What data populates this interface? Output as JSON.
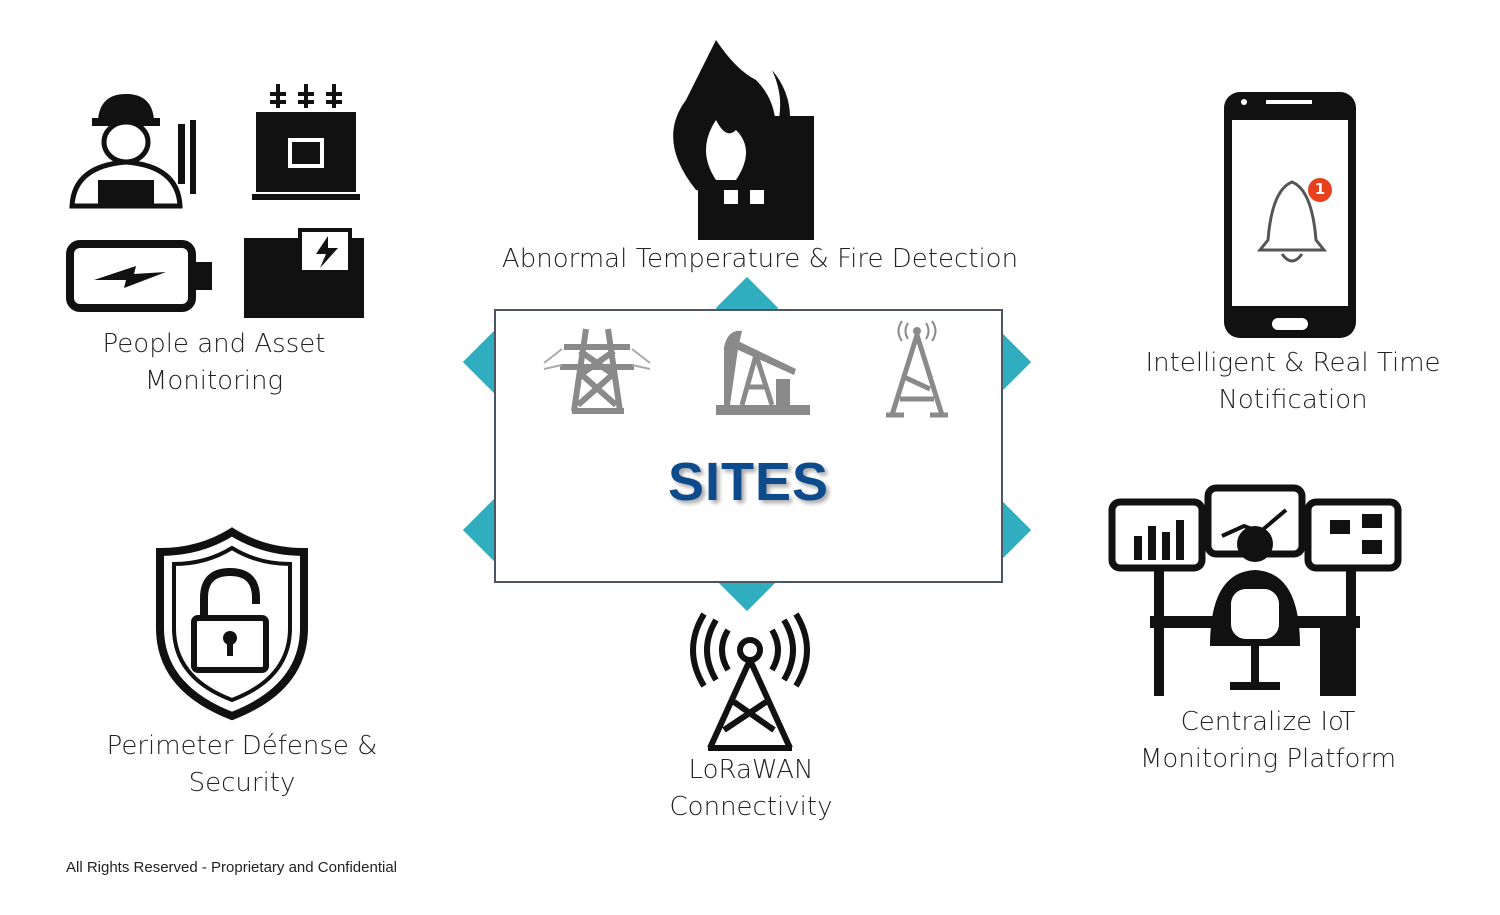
{
  "center": {
    "title": "SITES",
    "site_icons": [
      "power-tower-icon",
      "oil-pump-icon",
      "radio-tower-icon"
    ]
  },
  "features": [
    {
      "id": "people-asset",
      "line1": "People and Asset",
      "line2": "Monitoring"
    },
    {
      "id": "fire",
      "line1": "Abnormal Temperature & Fire Detection"
    },
    {
      "id": "notification",
      "line1": "Intelligent & Real Time",
      "line2": "Notification",
      "badge": "1"
    },
    {
      "id": "perimeter",
      "line1": "Perimeter Défense &",
      "line2": "Security"
    },
    {
      "id": "lorawan",
      "line1": "LoRaWAN",
      "line2": "Connectivity"
    },
    {
      "id": "iot",
      "line1": "Centralize IoT",
      "line2": "Monitoring Platform"
    }
  ],
  "footer": "All Rights Reserved - Proprietary and Confidential",
  "colors": {
    "accent": "#31adc0",
    "title": "#0d4b8c",
    "icon_gray": "#8a8a8a",
    "badge": "#e8401c"
  }
}
